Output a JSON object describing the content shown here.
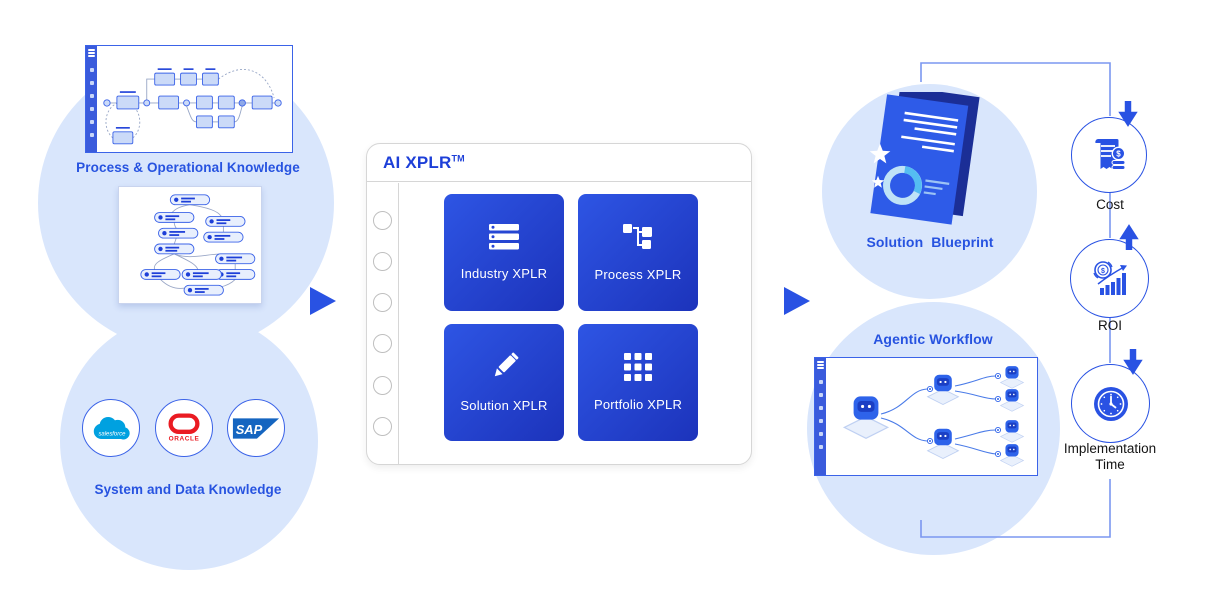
{
  "colors": {
    "accent_text": "#2753E0",
    "panel_title": "#1D3FD8",
    "light_circle": "#D9E6FC",
    "tile_gradient_start": "#2E55E4",
    "tile_gradient_end": "#1C33BB",
    "card_border": "#3B63E8",
    "connector_line": "#7B97F0",
    "metric_icon": "#2952E3",
    "salesforce_blue": "#00A1E0",
    "oracle_red": "#EA1B22",
    "sap_blue": "#1565C0"
  },
  "left": {
    "process_label": "Process & Operational Knowledge",
    "system_label": "System and Data Knowledge",
    "logos": [
      {
        "name": "salesforce",
        "label": "salesforce"
      },
      {
        "name": "oracle",
        "label": "ORACLE"
      },
      {
        "name": "sap",
        "label": "SAP"
      }
    ]
  },
  "panel": {
    "title": "AI XPLR",
    "trademark": "TM",
    "tiles": [
      {
        "label": "Industry XPLR",
        "icon": "server-list-icon"
      },
      {
        "label": "Process XPLR",
        "icon": "flowchart-icon"
      },
      {
        "label": "Solution XPLR",
        "icon": "pencil-icon"
      },
      {
        "label": "Portfolio XPLR",
        "icon": "grid-icon"
      }
    ]
  },
  "right": {
    "blueprint_label": "Solution  Blueprint",
    "agentic_label": "Agentic Workflow"
  },
  "metrics": [
    {
      "label": "Cost",
      "trend": "down",
      "icon": "invoice-coins-icon"
    },
    {
      "label": "ROI",
      "trend": "up",
      "icon": "roi-growth-icon"
    },
    {
      "label": "Implementation Time",
      "label_line1": "Implementation",
      "label_line2": "Time",
      "trend": "down",
      "icon": "clock-icon"
    }
  ]
}
